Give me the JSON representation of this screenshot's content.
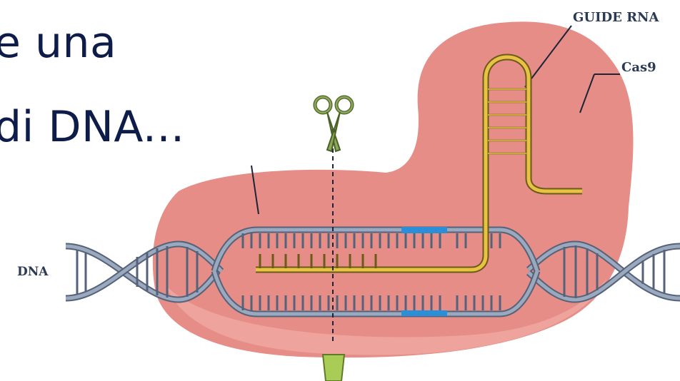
{
  "slide": {
    "line1": "e una",
    "line2": "di DNA..."
  },
  "diagram": {
    "label_guide_rna": "GUIDE RNA",
    "label_cas9": "Cas9",
    "label_dna": "DNA"
  },
  "colors": {
    "cas9_fill": "#e58d86",
    "cas9_inner": "#f0aaa3",
    "dna_strand": "#9aa9bd",
    "dna_outline": "#55627a",
    "guide_rna": "#e8c243",
    "pam_highlight": "#2b8fd8",
    "scissors": "#8ea85a",
    "cut_line": "#1d2436",
    "cut_marker": "#a8cc55",
    "text": "#0e1c4a"
  }
}
